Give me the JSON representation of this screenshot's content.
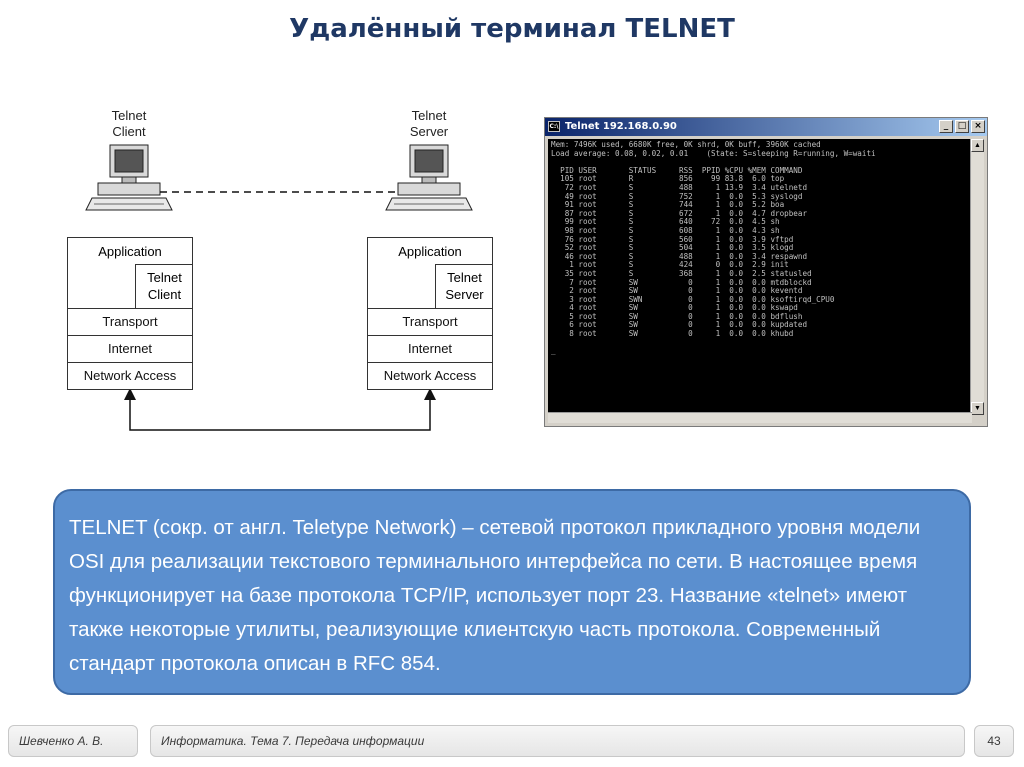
{
  "title": "Удалённый терминал TELNET",
  "diagram": {
    "client_label": "Telnet\nClient",
    "server_label": "Telnet\nServer",
    "client_stack": {
      "application": "Application",
      "sub": "Telnet\nClient",
      "transport": "Transport",
      "internet": "Internet",
      "network": "Network Access"
    },
    "server_stack": {
      "application": "Application",
      "sub": "Telnet\nServer",
      "transport": "Transport",
      "internet": "Internet",
      "network": "Network Access"
    }
  },
  "terminal": {
    "title": "Telnet 192.168.0.90",
    "icon_text": "C:\\",
    "lines": [
      "Mem: 7496K used, 6680K free, 0K shrd, 0K buff, 3960K cached",
      "Load average: 0.08, 0.02, 0.01    (State: S=sleeping R=running, W=waiti",
      "",
      "  PID USER       STATUS     RSS  PPID %CPU %MEM COMMAND",
      "  105 root       R          856    99 83.8  6.0 top",
      "   72 root       S          488     1 13.9  3.4 utelnetd",
      "   49 root       S          752     1  0.0  5.3 syslogd",
      "   91 root       S          744     1  0.0  5.2 boa",
      "   87 root       S          672     1  0.0  4.7 dropbear",
      "   99 root       S          640    72  0.0  4.5 sh",
      "   98 root       S          608     1  0.0  4.3 sh",
      "   76 root       S          560     1  0.0  3.9 vftpd",
      "   52 root       S          504     1  0.0  3.5 klogd",
      "   46 root       S          488     1  0.0  3.4 respawnd",
      "    1 root       S          424     0  0.0  2.9 init",
      "   35 root       S          368     1  0.0  2.5 statusled",
      "    7 root       SW           0     1  0.0  0.0 mtdblockd",
      "    2 root       SW           0     1  0.0  0.0 keventd",
      "    3 root       SWN          0     1  0.0  0.0 ksoftirqd_CPU0",
      "    4 root       SW           0     1  0.0  0.0 kswapd",
      "    5 root       SW           0     1  0.0  0.0 bdflush",
      "    6 root       SW           0     1  0.0  0.0 kupdated",
      "    8 root       SW           0     1  0.0  0.0 khubd",
      "",
      "_"
    ]
  },
  "info_text": "TELNET (сокр. от англ. Teletype Network) – сетевой протокол прикладного уровня модели OSI для реализации текстового терминального интерфейса по сети. В настоящее время функционирует на базе протокола TCP/IP, использует порт 23. Название «telnet» имеют также некоторые утилиты, реализующие клиентскую часть протокола. Современный стандарт протокола описан в RFC 854.",
  "footer": {
    "author": "Шевченко А. В.",
    "subject": "Информатика. Тема 7. Передача информации",
    "page": "43"
  },
  "colors": {
    "title": "#1f3864",
    "info_bg": "#5b8fcf",
    "info_border": "#3d6aa5"
  }
}
